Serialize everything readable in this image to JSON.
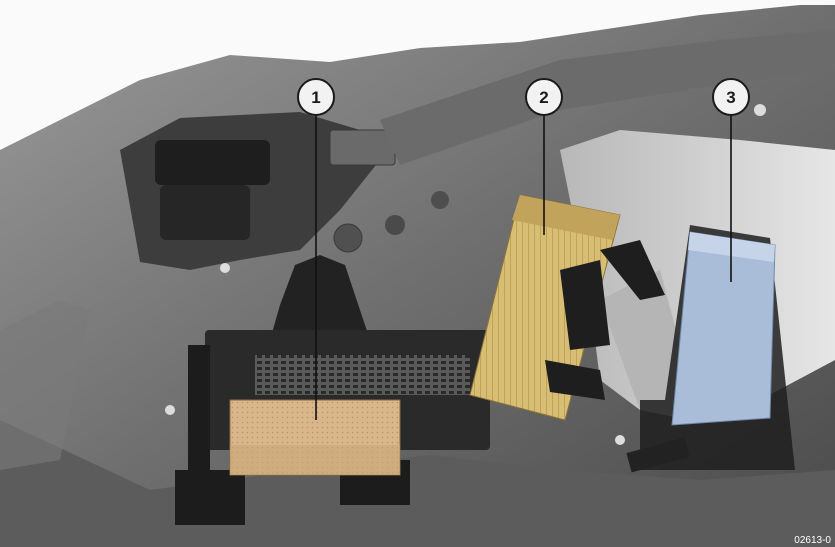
{
  "diagram": {
    "callouts": [
      {
        "label": "1",
        "part": "module-1"
      },
      {
        "label": "2",
        "part": "module-2"
      },
      {
        "label": "3",
        "part": "module-3"
      }
    ],
    "reference_code": "02613-0"
  },
  "colors": {
    "background": "#fafafa",
    "body_dark": "#4a4a4a",
    "body_mid": "#8a8a8a",
    "body_light": "#c8c8c8",
    "module_1": "#d9b78a",
    "module_2": "#d8be74",
    "module_3": "#a9bdd8",
    "bracket": "#1f1f1f"
  }
}
